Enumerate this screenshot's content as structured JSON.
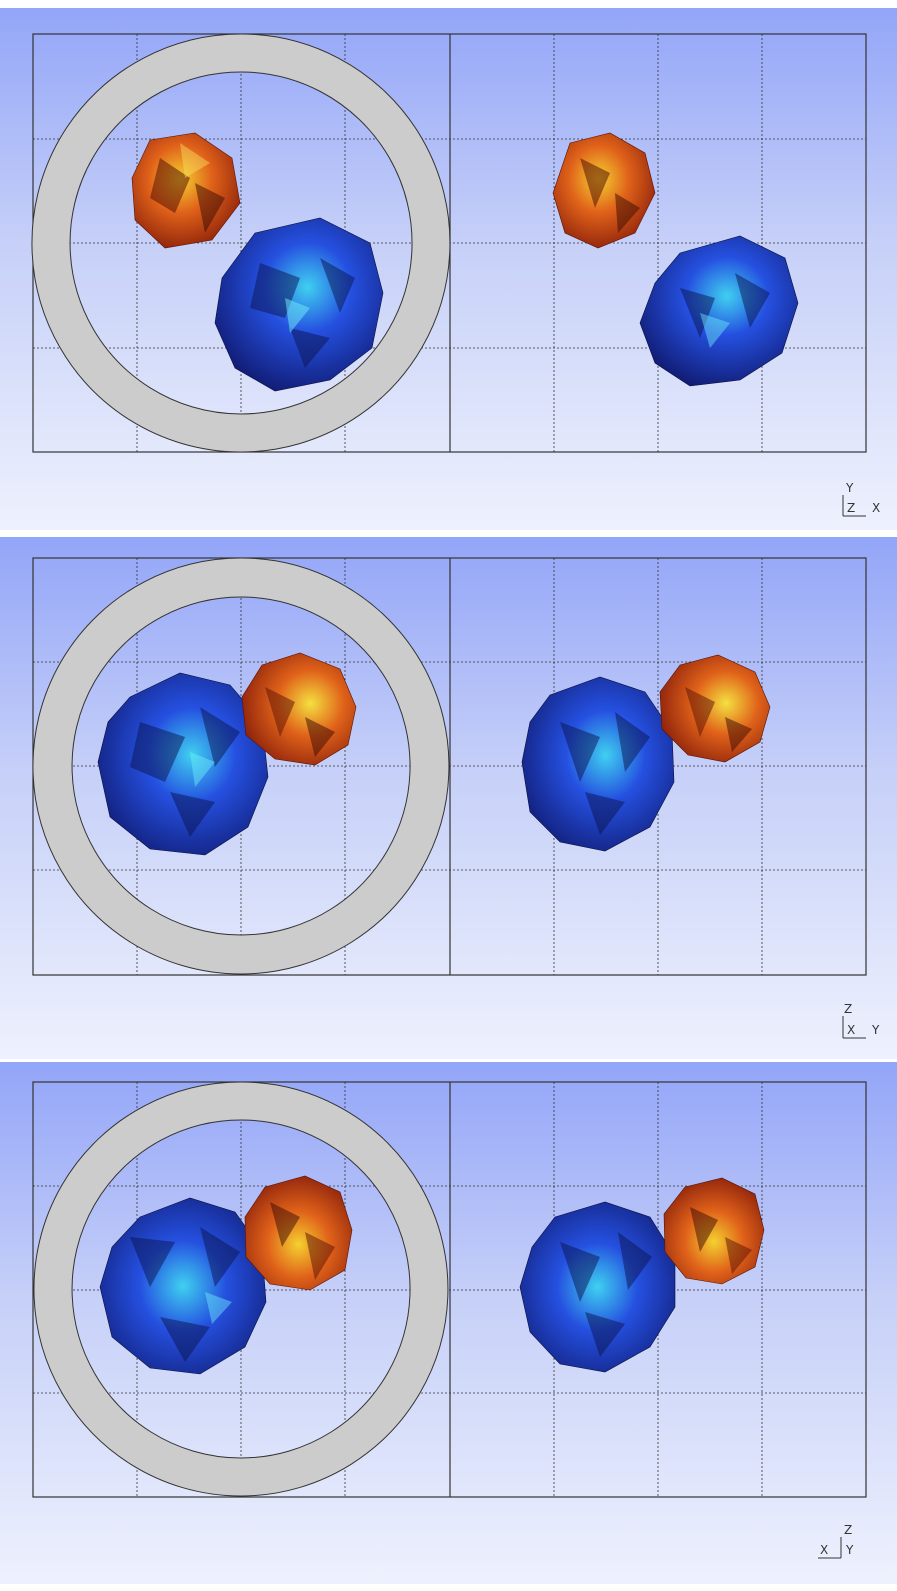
{
  "viewports": [
    {
      "triad": {
        "up": "Y",
        "corner": "Z",
        "right": "X"
      },
      "scene": {
        "red_color": "#d24a14",
        "blue_color": "#2a38c8",
        "ring_color": "#cccccc"
      }
    },
    {
      "triad": {
        "up": "Z",
        "corner": "X",
        "right": "Y"
      },
      "scene": {
        "red_color": "#d24a14",
        "blue_color": "#2a38c8",
        "ring_color": "#cccccc"
      }
    },
    {
      "triad": {
        "up": "Z",
        "corner": "X",
        "right": "Y"
      },
      "scene": {
        "red_color": "#d24a14",
        "blue_color": "#2a38c8",
        "ring_color": "#cccccc"
      }
    }
  ]
}
